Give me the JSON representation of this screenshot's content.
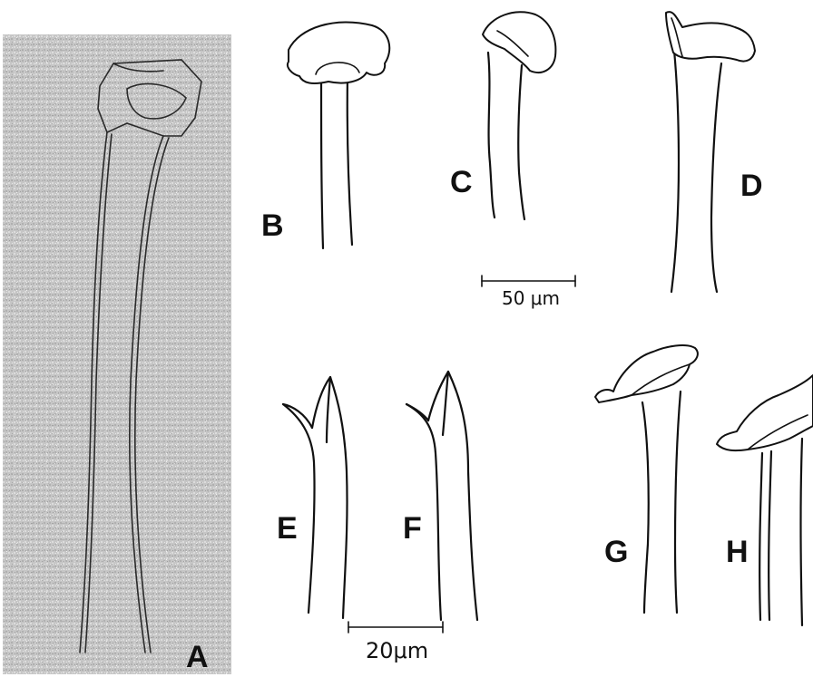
{
  "panels": {
    "a": "A",
    "b": "B",
    "c": "C",
    "d": "D",
    "e": "E",
    "f": "F",
    "g": "G",
    "h": "H"
  },
  "scale_bars": {
    "top": "50 μm",
    "bottom": "20μm"
  },
  "colors": {
    "ink": "#111111",
    "photo_background": "#c9c9c9",
    "paper": "#ffffff"
  }
}
